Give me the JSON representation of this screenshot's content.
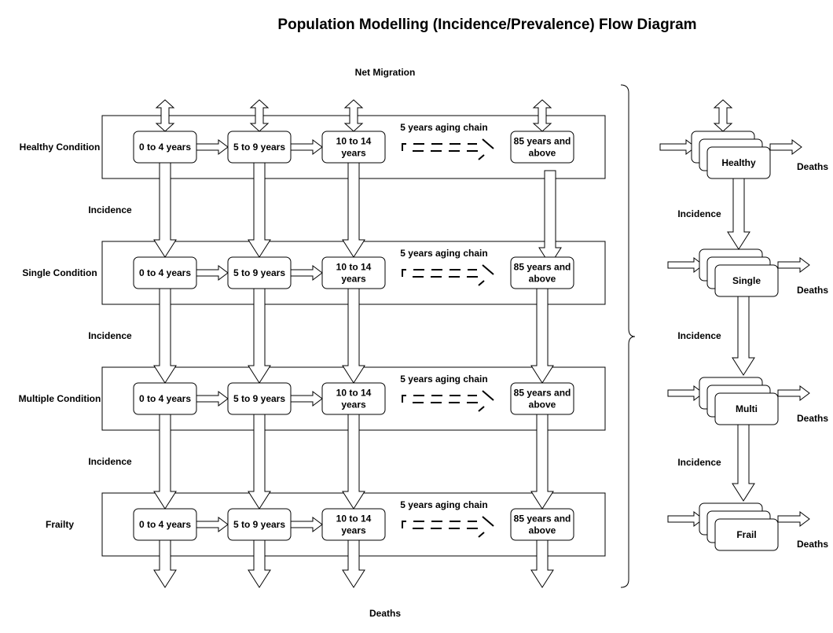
{
  "title": "Population Modelling (Incidence/Prevalence) Flow Diagram",
  "net_migration": "Net Migration",
  "deaths_bottom": "Deaths",
  "aging_chain": "5 years aging chain",
  "incidence": "Incidence",
  "deaths": "Deaths",
  "states": [
    "Healthy Condition",
    "Single Condition",
    "Multiple Condition",
    "Frailty"
  ],
  "age_groups": [
    [
      "0 to 4 years"
    ],
    [
      "5 to 9 years"
    ],
    [
      "10 to 14",
      "years"
    ],
    [
      "85 years and",
      "above"
    ]
  ],
  "summary_states": [
    "Healthy",
    "Single",
    "Multi",
    "Frail"
  ]
}
